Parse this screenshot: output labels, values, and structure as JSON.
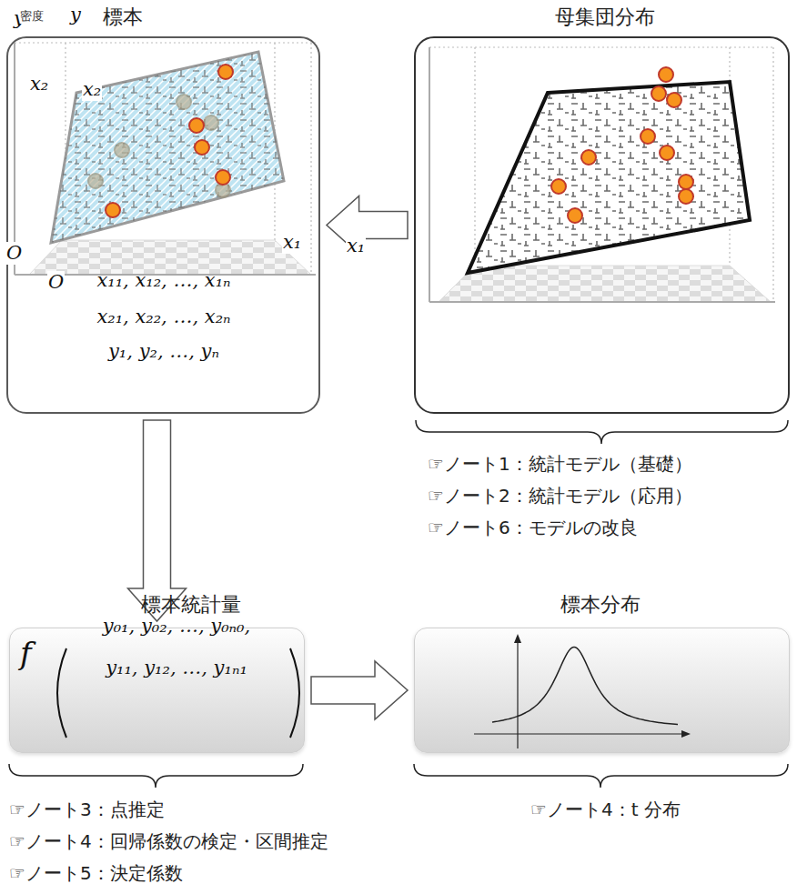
{
  "diagram": {
    "nodes": [
      {
        "text": [
          "標本",
          "x₁₁, x₁₂, …, x₁ₙ",
          "x₂₁, x₂₂, …, x₂ₙ",
          "y₁, y₂, …, yₙ"
        ]
      },
      {
        "text": [
          "母集団分布"
        ]
      },
      {
        "text": [
          "標本統計量",
          "f",
          "y₀₁, y₀₂, …, y₀ₙ₀,",
          "y₁₁, y₁₂, …, y₁ₙ₁"
        ]
      },
      {
        "text": [
          "標本分布"
        ]
      }
    ],
    "edges": [
      {
        "from": 1,
        "to": 0,
        "arrow": "to"
      },
      {
        "from": 0,
        "to": 2,
        "arrow": "to"
      },
      {
        "from": 2,
        "to": 3,
        "arrow": "to"
      }
    ],
    "labels": [
      "y",
      "x₂",
      "O",
      "x₁",
      "密度",
      "y",
      "x₂",
      "O",
      "x₁",
      "☞ノート1：統計モデル（基礎）",
      "☞ノート2：統計モデル（応用）",
      "☞ノート6：モデルの改良",
      "☞ノート3：点推定",
      "☞ノート4：回帰係数の検定・区間推定",
      "☞ノート5：決定係数",
      "☞ノート4：t 分布"
    ]
  }
}
